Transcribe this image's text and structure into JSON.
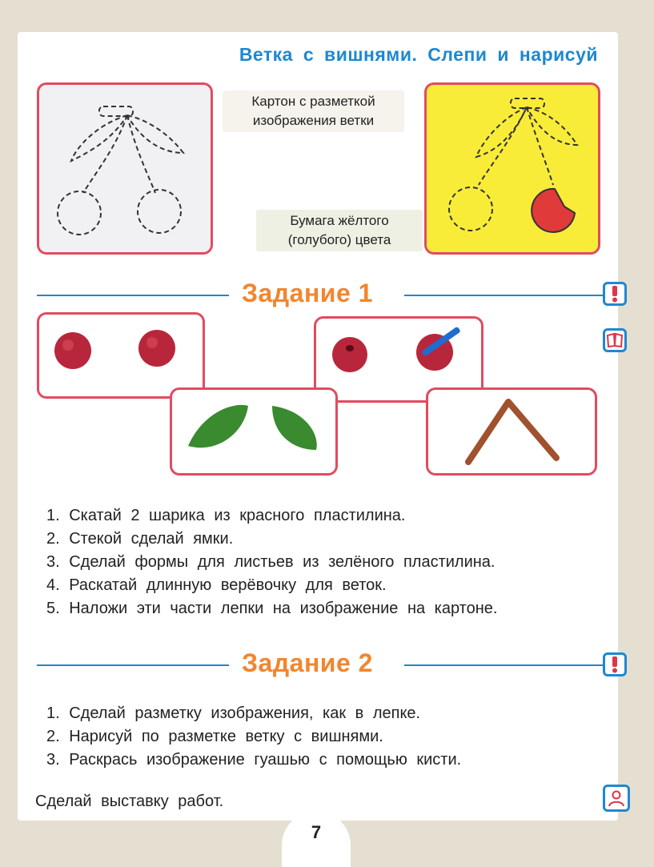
{
  "title": "Ветка с вишнями. Слепи и нарисуй",
  "captions": {
    "cardboard": "Картон с разметкой изображения ветки",
    "paper": "Бумага жёлтого (голубого) цвета"
  },
  "task1": {
    "heading": "Задание 1",
    "steps": [
      "1. Скатай 2 шарика из красного пластилина.",
      "2. Стекой сделай ямки.",
      "3. Сделай формы для листьев из зелёного пластилина.",
      "4. Раскатай длинную верёвочку для веток.",
      "5. Наложи эти части лепки на изображение на картоне."
    ]
  },
  "task2": {
    "heading": "Задание 2",
    "steps": [
      "1. Сделай разметку изображения, как в лепке.",
      "2. Нарисуй по разметке ветку с вишнями.",
      "3. Раскрась изображение гуашью с помощью кисти."
    ]
  },
  "footer": "Сделай выставку работ.",
  "page_number": "7",
  "icons": [
    "exclamation-icon",
    "book-icon",
    "person-icon"
  ],
  "colors": {
    "title_blue": "#1e88d0",
    "heading_orange": "#f2862e",
    "frame_red": "#e04c60",
    "paper_yellow": "#f8ec38"
  }
}
